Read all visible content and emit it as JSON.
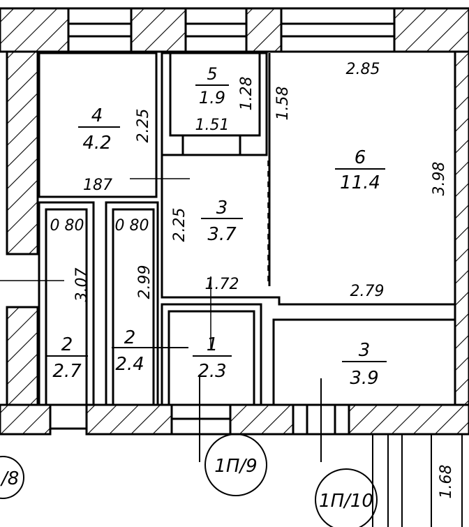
{
  "rooms": {
    "r4": {
      "number": "4",
      "area": "4.2"
    },
    "r5": {
      "number": "5",
      "area": "1.9"
    },
    "r6": {
      "number": "6",
      "area": "11.4"
    },
    "r3a": {
      "number": "3",
      "area": "3.7"
    },
    "r2a": {
      "number": "2",
      "area": "2.7"
    },
    "r2b": {
      "number": "2",
      "area": "2.4"
    },
    "r1": {
      "number": "1",
      "area": "2.3"
    },
    "r3b": {
      "number": "3",
      "area": "3.9"
    }
  },
  "dimensions": {
    "d285": "2.85",
    "d225a": "2.25",
    "d128": "1.28",
    "d151": "1.51",
    "d158": "1.58",
    "d398": "3.98",
    "d187": "187",
    "d080a": "0 80",
    "d080b": "0 80",
    "d225b": "2.25",
    "d307": "3.07",
    "d299": "2.99",
    "d172": "1.72",
    "d279": "2.79",
    "d168": "1.68"
  },
  "callouts": {
    "c8": "/8",
    "c9": "1П/9",
    "c10": "1П/10"
  }
}
